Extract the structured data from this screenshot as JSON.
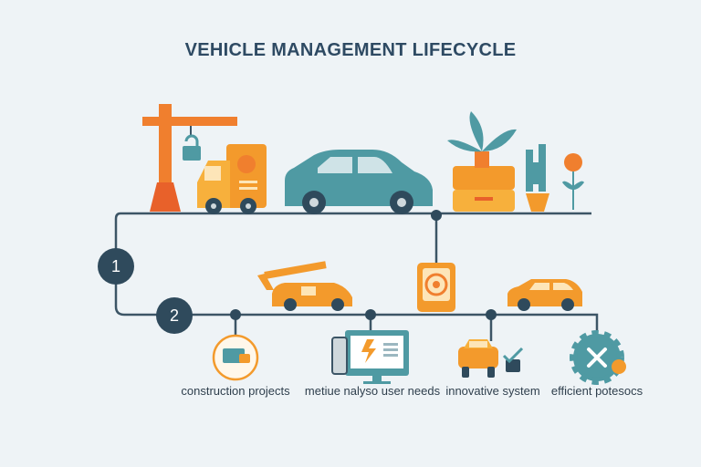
{
  "title": "VEHICLE MANAGEMENT LIFECYCLE",
  "steps": [
    "1",
    "2"
  ],
  "labels": {
    "construction": "construction projects",
    "analysis": "metiue nalyso user needs",
    "innovative": "innovative system",
    "efficient": "efficient potesocs"
  },
  "colors": {
    "orange": "#f39a2c",
    "teal": "#4f9aa3",
    "navy": "#2f4a5c",
    "line": "#3c5566",
    "background": "#eef3f6"
  },
  "icons": [
    "crane-icon",
    "padlock-icon",
    "truck-icon",
    "car-icon",
    "box-icon",
    "plant-icon",
    "cactus-icon",
    "flower-icon",
    "device-icon",
    "cherry-picker-icon",
    "small-car-icon",
    "monitor-icon",
    "phone-icon",
    "car-front-icon",
    "checkmark-icon",
    "gear-icon"
  ]
}
